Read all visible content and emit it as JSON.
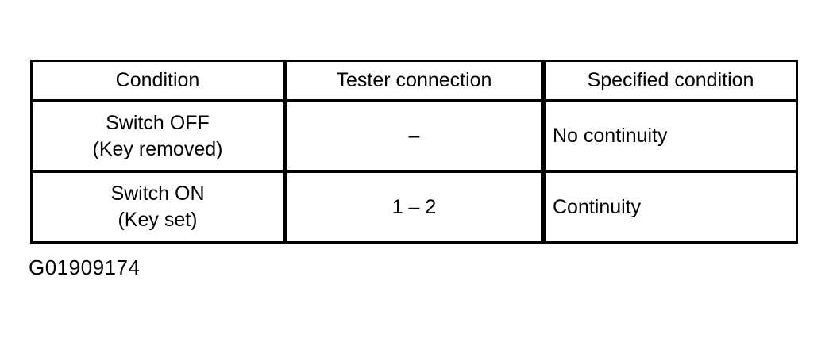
{
  "table": {
    "headers": [
      "Condition",
      "Tester connection",
      "Specified condition"
    ],
    "rows": [
      {
        "condition": [
          "Switch OFF",
          "(Key removed)"
        ],
        "tester_connection": "–",
        "specified_condition": "No continuity"
      },
      {
        "condition": [
          "Switch ON",
          "(Key set)"
        ],
        "tester_connection": "1 – 2",
        "specified_condition": "Continuity"
      }
    ]
  },
  "caption": {
    "figure_id": "G01909174"
  },
  "colors": {
    "ink": "#000000",
    "paper": "#ffffff"
  }
}
